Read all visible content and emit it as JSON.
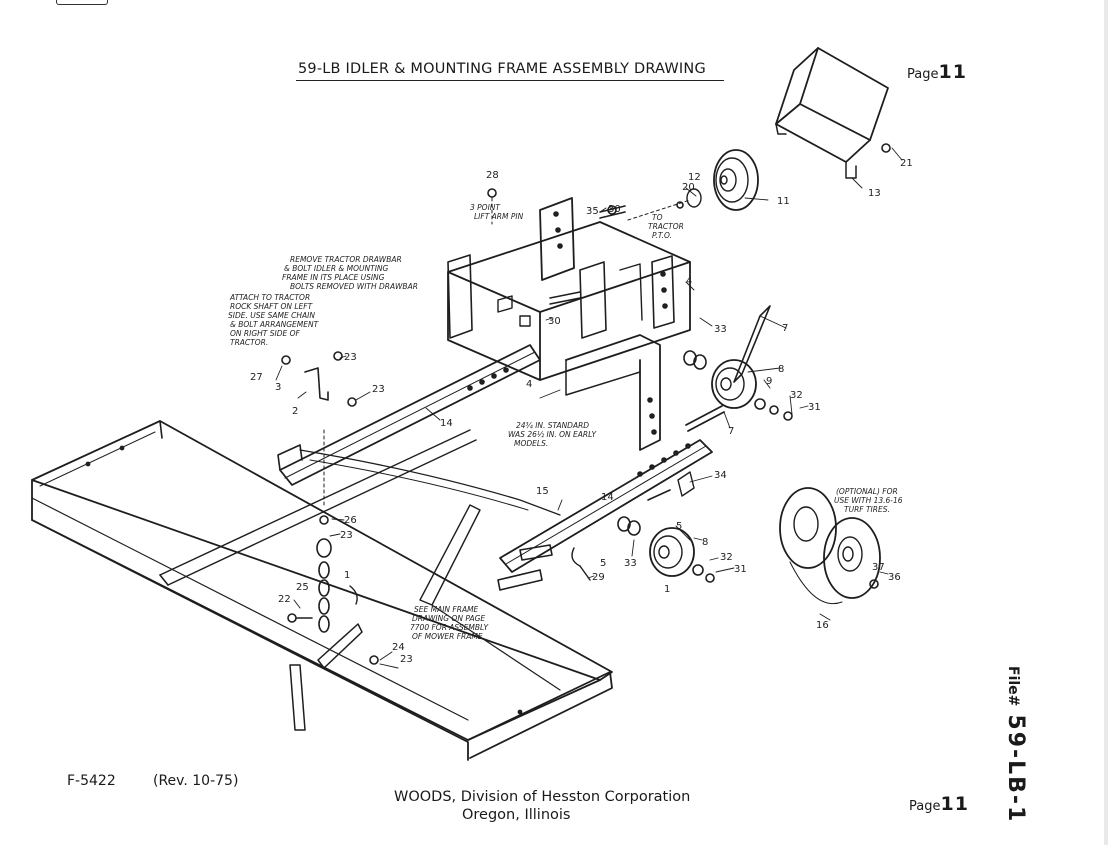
{
  "header": {
    "title": "59-LB IDLER & MOUNTING FRAME ASSEMBLY DRAWING",
    "page_prefix": "Page",
    "page_number": "11"
  },
  "notes": {
    "lift_arm_pin": [
      "3 POINT",
      "LIFT ARM PIN"
    ],
    "tractor_pto": [
      "TO",
      "TRACTOR",
      "P.T.O."
    ],
    "remove_drawbar": [
      "REMOVE TRACTOR DRAWBAR",
      "& BOLT IDLER & MOUNTING",
      "FRAME IN ITS PLACE USING",
      "BOLTS REMOVED WITH DRAWBAR"
    ],
    "attach_rock_shaft": [
      "ATTACH TO TRACTOR",
      "ROCK SHAFT ON LEFT",
      "SIDE. USE SAME CHAIN",
      "& BOLT ARRANGEMENT",
      "ON RIGHT SIDE OF",
      "TRACTOR."
    ],
    "standard_width": [
      "24¾ IN. STANDARD",
      "WAS 26½ IN. ON EARLY",
      "MODELS."
    ],
    "optional_wheels": [
      "(OPTIONAL) FOR",
      "USE WITH 13.6-16",
      "TURF TIRES."
    ],
    "main_frame_ref": [
      "SEE MAIN FRAME",
      "DRAWING ON PAGE",
      "7700 FOR ASSEMBLY",
      "OF MOWER FRAME."
    ]
  },
  "part_numbers": {
    "p1": "1",
    "p1b": "1",
    "p2": "2",
    "p3": "3",
    "p4a": "4",
    "p4b": "4",
    "p5a": "5",
    "p5b": "5",
    "p7a": "7",
    "p7b": "7",
    "p8a": "8",
    "p8b": "8",
    "p9": "9",
    "p11": "11",
    "p12": "12",
    "p13": "13",
    "p14a": "14",
    "p14b": "14",
    "p15": "15",
    "p16": "16",
    "p20": "20",
    "p21": "21",
    "p22": "22",
    "p23a": "23",
    "p23b": "23",
    "p23c": "23",
    "p23d": "23",
    "p24": "24",
    "p25": "25",
    "p26": "26",
    "p27": "27",
    "p28": "28",
    "p29": "29",
    "p30a": "30",
    "p30b": "30",
    "p31a": "31",
    "p31b": "31",
    "p32a": "32",
    "p32b": "32",
    "p33a": "33",
    "p33b": "33",
    "p34": "34",
    "p35": "35",
    "p36": "36",
    "p37": "37"
  },
  "footer": {
    "form_number": "F-5422",
    "revision": "(Rev. 10-75)",
    "company": "WOODS, Division of Hesston Corporation",
    "location": "Oregon, Illinois",
    "page_prefix": "Page",
    "page_number": "11"
  },
  "file_tag": {
    "label": "File#",
    "number": "59-LB-1"
  }
}
